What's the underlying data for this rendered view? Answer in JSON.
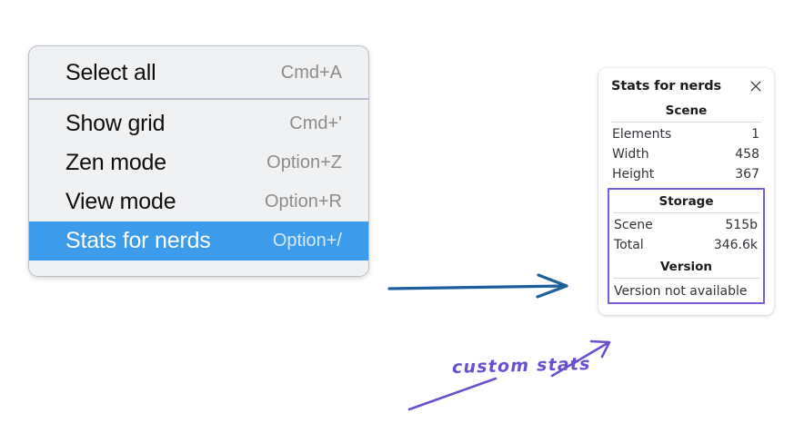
{
  "context_menu": {
    "groups": [
      {
        "items": [
          {
            "label": "Select all",
            "shortcut": "Cmd+A",
            "selected": false
          }
        ]
      },
      {
        "items": [
          {
            "label": "Show grid",
            "shortcut": "Cmd+'",
            "selected": false
          },
          {
            "label": "Zen mode",
            "shortcut": "Option+Z",
            "selected": false
          },
          {
            "label": "View mode",
            "shortcut": "Option+R",
            "selected": false
          },
          {
            "label": "Stats for nerds",
            "shortcut": "Option+/",
            "selected": true
          }
        ]
      }
    ],
    "highlight_color": "#3d9bec",
    "background_color": "#f0f1f3"
  },
  "stats_panel": {
    "title": "Stats for nerds",
    "close_icon": "close-icon",
    "sections": [
      {
        "heading": "Scene",
        "rows": [
          {
            "key": "Elements",
            "value": "1"
          },
          {
            "key": "Width",
            "value": "458"
          },
          {
            "key": "Height",
            "value": "367"
          }
        ]
      },
      {
        "heading": "Storage",
        "rows": [
          {
            "key": "Scene",
            "value": "515b"
          },
          {
            "key": "Total",
            "value": "346.6k"
          }
        ]
      },
      {
        "heading": "Version",
        "single": "Version not available"
      }
    ],
    "custom_box_color": "#7a5cd6"
  },
  "annotations": {
    "handwritten_label": "custom stats",
    "handwriting_color": "#6a4fd0",
    "blue_arrow_color": "#1f5f9e"
  }
}
